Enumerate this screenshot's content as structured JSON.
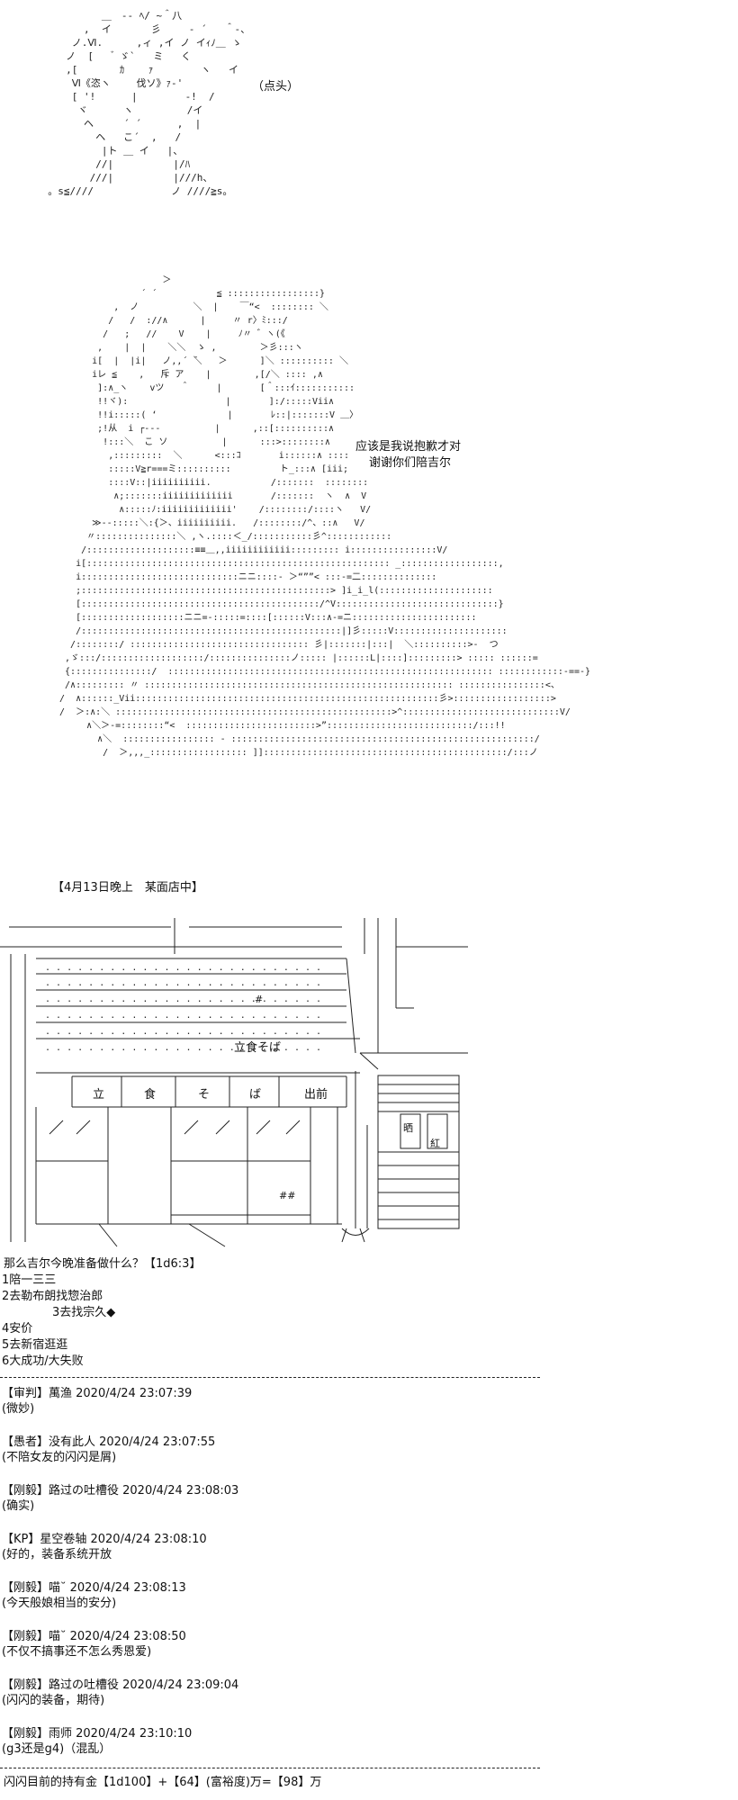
{
  "scene1": {
    "art_top": [
      "           ＿　-‐ ﾍ/ ~＾八",
      "        ,  イ　　　　彡 　  ‐ ´   ＾‐、",
      "      ノ.Ⅵ.　    ,ィ ,イ ノ イｨﾉ＿ ゝ",
      "     ノ  [    ゙ ゞ`   ミ   く",
      "     ,[       ｶ    ｧ        ヽ   イ",
      "      Ⅵ《恣ヽ　　 伐ソ》ｧ-'",
      "      [ '!      |        ‐!  /",
      "       ヾ      ヽ         /イ",
      "        ヘ     ´ ´      ,  |",
      "          ヘ   こ´  ,   /",
      "           |ト ＿ イ   |、",
      "          //|          |/ﾊ",
      "         ///|          |///h、",
      "  。s≦////             ノ ////≧s。"
    ],
    "nod": "（点头）",
    "art_second": [
      "                    ＞",
      "                ´ ´           ≦ :::::::::::::::::}",
      "           ,  ノ          ＼  |    ￣“<  :::::::: ＼",
      "          /   /  ://∧      |     〃 r〉ﾐ:::/",
      "         /   ;   //    V    |     ﾉ〃 ゛ヽ(《",
      "        ,    |  |    ＼＼  ゝ ,        ＞彡:::ヽ",
      "       i[  |  |i|   ノ,,´ ̄＼   ＞      ]＼ :::::::::: ＼",
      "       iレ ≦    ,   斥 ̄ア    |        ,[/＼ :::: ,∧",
      "        ]:∧_ヽ    vツ   ＾     |       [＾:::ｲ:::::::::::",
      "        !!ヾ):                  |       ]:/:::::Vii∧",
      "        !!i:::::( ‘             |       ﾚ::|:::::::V ＿〉",
      "        ;!从  i ┌‐‐‐          |      ,::[::::::::::∧",
      "         !:::＼  こ ソ          |      :::>::::::::∧",
      "          ,:::::::::  ＼      <:::ｺ       i::::::∧ ::::",
      "          :::::V≧r===ミ::::::::::         ト_:::∧ [iii;",
      "          ::::V::|iiiiiiiiii.           /:::::::  ::::::::",
      "           ∧;:::::::iiiiiiiiiiiii       /:::::::  ヽ  ∧  V",
      "            ∧:::::ﾉ:iiiiiiiiiiiii'    /::::::::/::::ヽ   V/",
      "       ≫--:::::＼:{＞、iiiiiiiiii.   /::::::::/^、::∧   V/",
      "      〃:::::::::::::::＼ ,ヽ.::::＜_/:::::::::::彡^::::::::::::",
      "     /::::::::::::::::::::≡≡＿,,iiiiiiiiiiii::::::::: i::::::::::::::::V/",
      "    i[:::::::::::::::::::::::::::::::::::::::::::::::::::::::: _::::::::::::::::::,",
      "    i:::::::::::::::::::::::::::::ニニ::::- ＞“””< :::-=二::::::::::::::",
      "    ;::::::::::::::::::::::::::::::::::::::::::::::> ]i_i_l(:::::::::::::::::::::",
      "    [::::::::::::::::::::::::::::::::::::::::::::/^V::::::::::::::::::::::::::::::}",
      "    [:::::::::::::::::::ニニ=-:::::=::::[::::::V:::∧-=ニ:::::::::::::::::::::::",
      "    /::::::::::::::::::::::::::::::::::::::::::::::::|]彡:::::V:::::::::::::::::::::",
      "   /::::::::/ ::::::::::::::::::::::::::::::::: 彡|:::::::|:::|  ＼::::::::::>‐  つ",
      "  ,ゞ:::/:::::::::::::::::::/:::::::::::::::ノ::::: |::::::L|::::]:::::::::> ::::: ::::::=",
      "  {:::::::::::::::/  :::::::::::::::::::::::::::::::::::::::::::::::::::::::::::: ::::::::::::-==-}",
      "  /∧::::::::: 〃 ::::::::::::::::::::::::::::::::::::::::::::::::::::::::: ::::::::::::::::<、",
      " /  ∧::::::_Vii::::::::::::::::::::::::::::::::::::::::::::::::::::::::彡>::::::::::::::::::>",
      " /  ＞:∧:＼ :::::::::::::::::::::::::::::::::::::::::::::::::::>^:::::::::::::::::::::::::::::V/",
      "      ∧＼＞-=::::::::“<  ::::::::::::::::::::::::>”:::::::::::::::::::::::::::/:::!!",
      "        ∧＼  ::::::::::::::::: ‐ ::::::::::::::::::::::::::::::::::::::::::::::::::::::::/",
      "         /  ＞,,,_:::::::::::::::::: ]]:::::::::::::::::::::::::::::::::::::::::::::/:::ノ"
    ],
    "speech": [
      "应该是我说抱歉才对",
      "谢谢你们陪吉尔"
    ]
  },
  "time_label": "【4月13日晚上　某面店中】",
  "shop": {
    "sign": "立食そば",
    "noren": [
      "立",
      "食",
      "そ",
      "ば",
      "出前"
    ],
    "side_sign": "晒",
    "side_sign2": "紅",
    "hash": "#",
    "hash2": "##"
  },
  "question": "那么吉尔今晚准备做什么？【1d6:3】",
  "options": [
    "1陪一三三",
    "2去勒布朗找惣治郎",
    "3去找宗久◆",
    "4安价",
    "5去新宿逛逛",
    "6大成功/大失败"
  ],
  "comments": [
    {
      "header": "【审判】萬渔 2020/4/24 23:07:39",
      "body": "(微妙)"
    },
    {
      "header": "【愚者】没有此人 2020/4/24 23:07:55",
      "body": "(不陪女友的闪闪是屑)"
    },
    {
      "header": "【刚毅】路过の吐槽役 2020/4/24 23:08:03",
      "body": "(确实)"
    },
    {
      "header": "【KP】星空卷轴 2020/4/24 23:08:10",
      "body": "(好的，装备系统开放"
    },
    {
      "header": "【刚毅】喵˘ 2020/4/24 23:08:13",
      "body": "(今天般娘相当的安分)"
    },
    {
      "header": "【刚毅】喵˘ 2020/4/24 23:08:50",
      "body": "(不仅不搞事还不怎么秀恩爱)"
    },
    {
      "header": "【刚毅】路过の吐槽役 2020/4/24 23:09:04",
      "body": "(闪闪的装备，期待)"
    },
    {
      "header": "【刚毅】雨师 2020/4/24 23:10:10",
      "body": "(g3还是g4)（混乱）"
    }
  ],
  "money_line": "闪闪目前的持有金【1d100】+【64】(富裕度)万=【98】万"
}
